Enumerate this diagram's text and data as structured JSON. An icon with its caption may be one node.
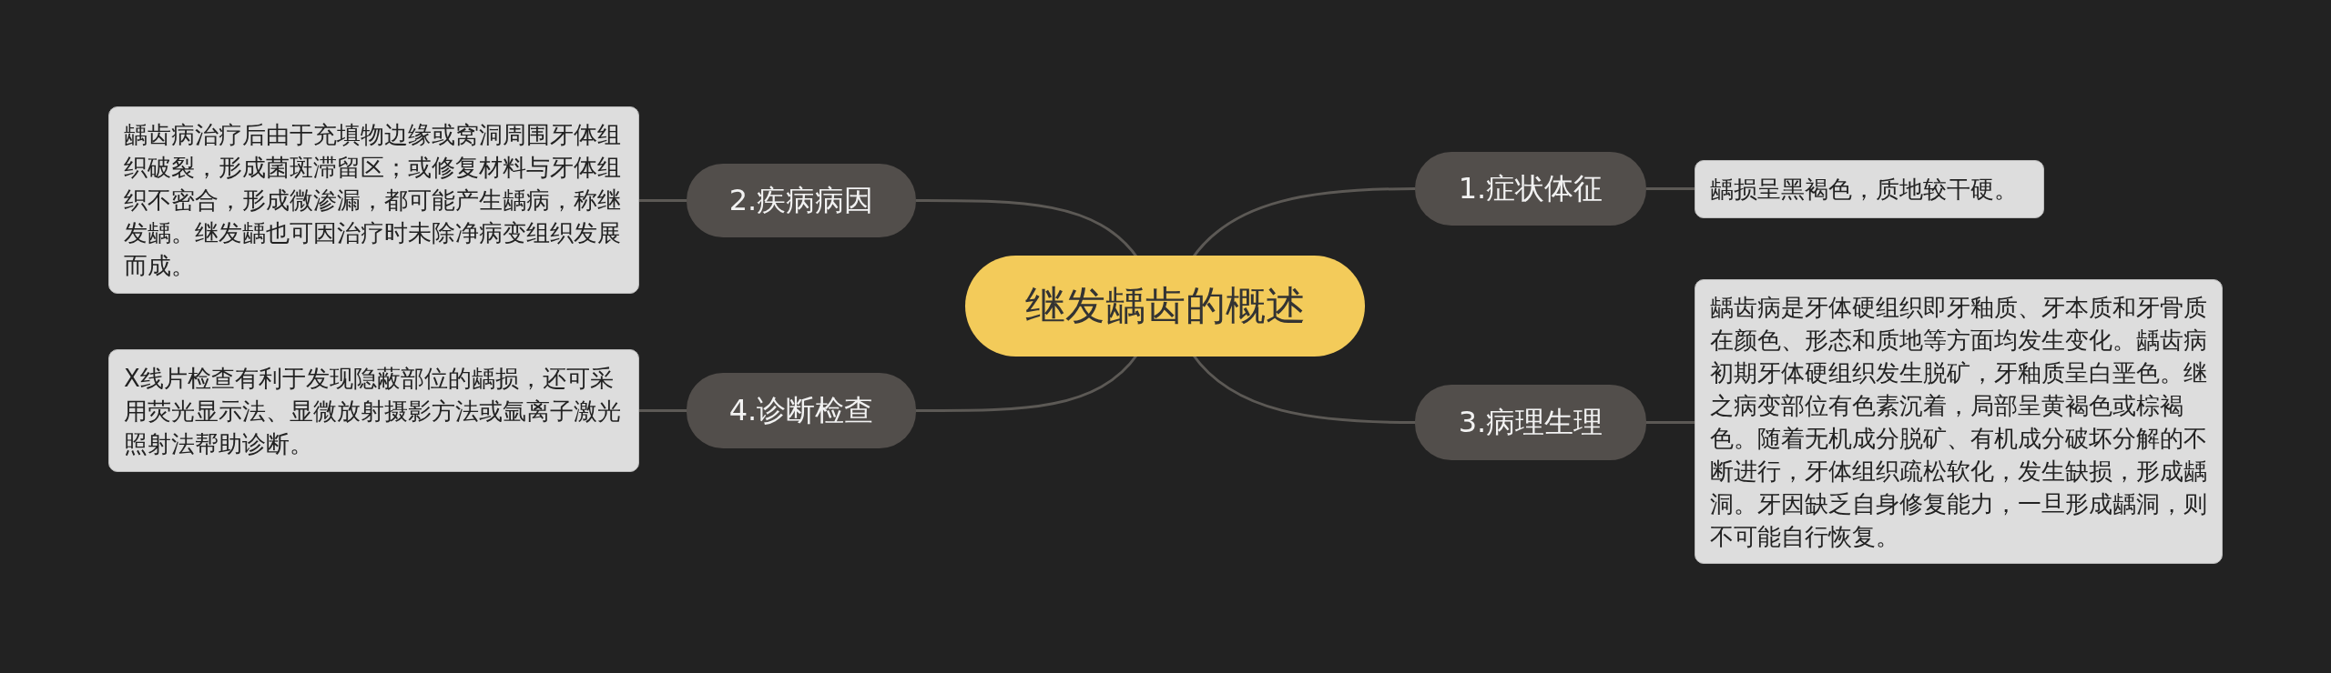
{
  "diagram": {
    "nodes": [
      {
        "text": [
          "继发龋齿的概述"
        ]
      },
      {
        "text": [
          "1.症状体征"
        ]
      },
      {
        "text": [
          "龋损呈黑褐色，质地较干硬。"
        ]
      },
      {
        "text": [
          "2.疾病病因"
        ]
      },
      {
        "text": [
          "龋齿病治疗后由于充填物边缘或窝洞周围牙体组织破裂，形成菌斑滞留区；或修复材料与牙体组织不密合，形成微渗漏，都可能产生龋病，称继发龋。继发龋也可因治疗时未除净病变组织发展而成。"
        ]
      },
      {
        "text": [
          "3.病理生理"
        ]
      },
      {
        "text": [
          "龋齿病是牙体硬组织即牙釉质、牙本质和牙骨质在颜色、形态和质地等方面均发生变化。龋齿病初期牙体硬组织发生脱矿，牙釉质呈白垩色。继之病变部位有色素沉着，局部呈黄褐色或棕褐色。随着无机成分脱矿、有机成分破坏分解的不断进行，牙体组织疏松软化，发生缺损，形成龋洞。牙因缺乏自身修复能力，一旦形成龋洞，则不可能自行恢复。"
        ]
      },
      {
        "text": [
          "4.诊断检查"
        ]
      },
      {
        "text": [
          "X线片检查有利于发现隐蔽部位的龋损，还可采用荧光显示法、显微放射摄影方法或氩离子激光照射法帮助诊断。"
        ]
      }
    ],
    "edges": [
      {
        "from": 0,
        "to": 1,
        "arrow": "none"
      },
      {
        "from": 1,
        "to": 2,
        "arrow": "none"
      },
      {
        "from": 0,
        "to": 3,
        "arrow": "none"
      },
      {
        "from": 3,
        "to": 4,
        "arrow": "none"
      },
      {
        "from": 0,
        "to": 5,
        "arrow": "none"
      },
      {
        "from": 5,
        "to": 6,
        "arrow": "none"
      },
      {
        "from": 0,
        "to": 7,
        "arrow": "none"
      },
      {
        "from": 7,
        "to": 8,
        "arrow": "none"
      }
    ]
  }
}
